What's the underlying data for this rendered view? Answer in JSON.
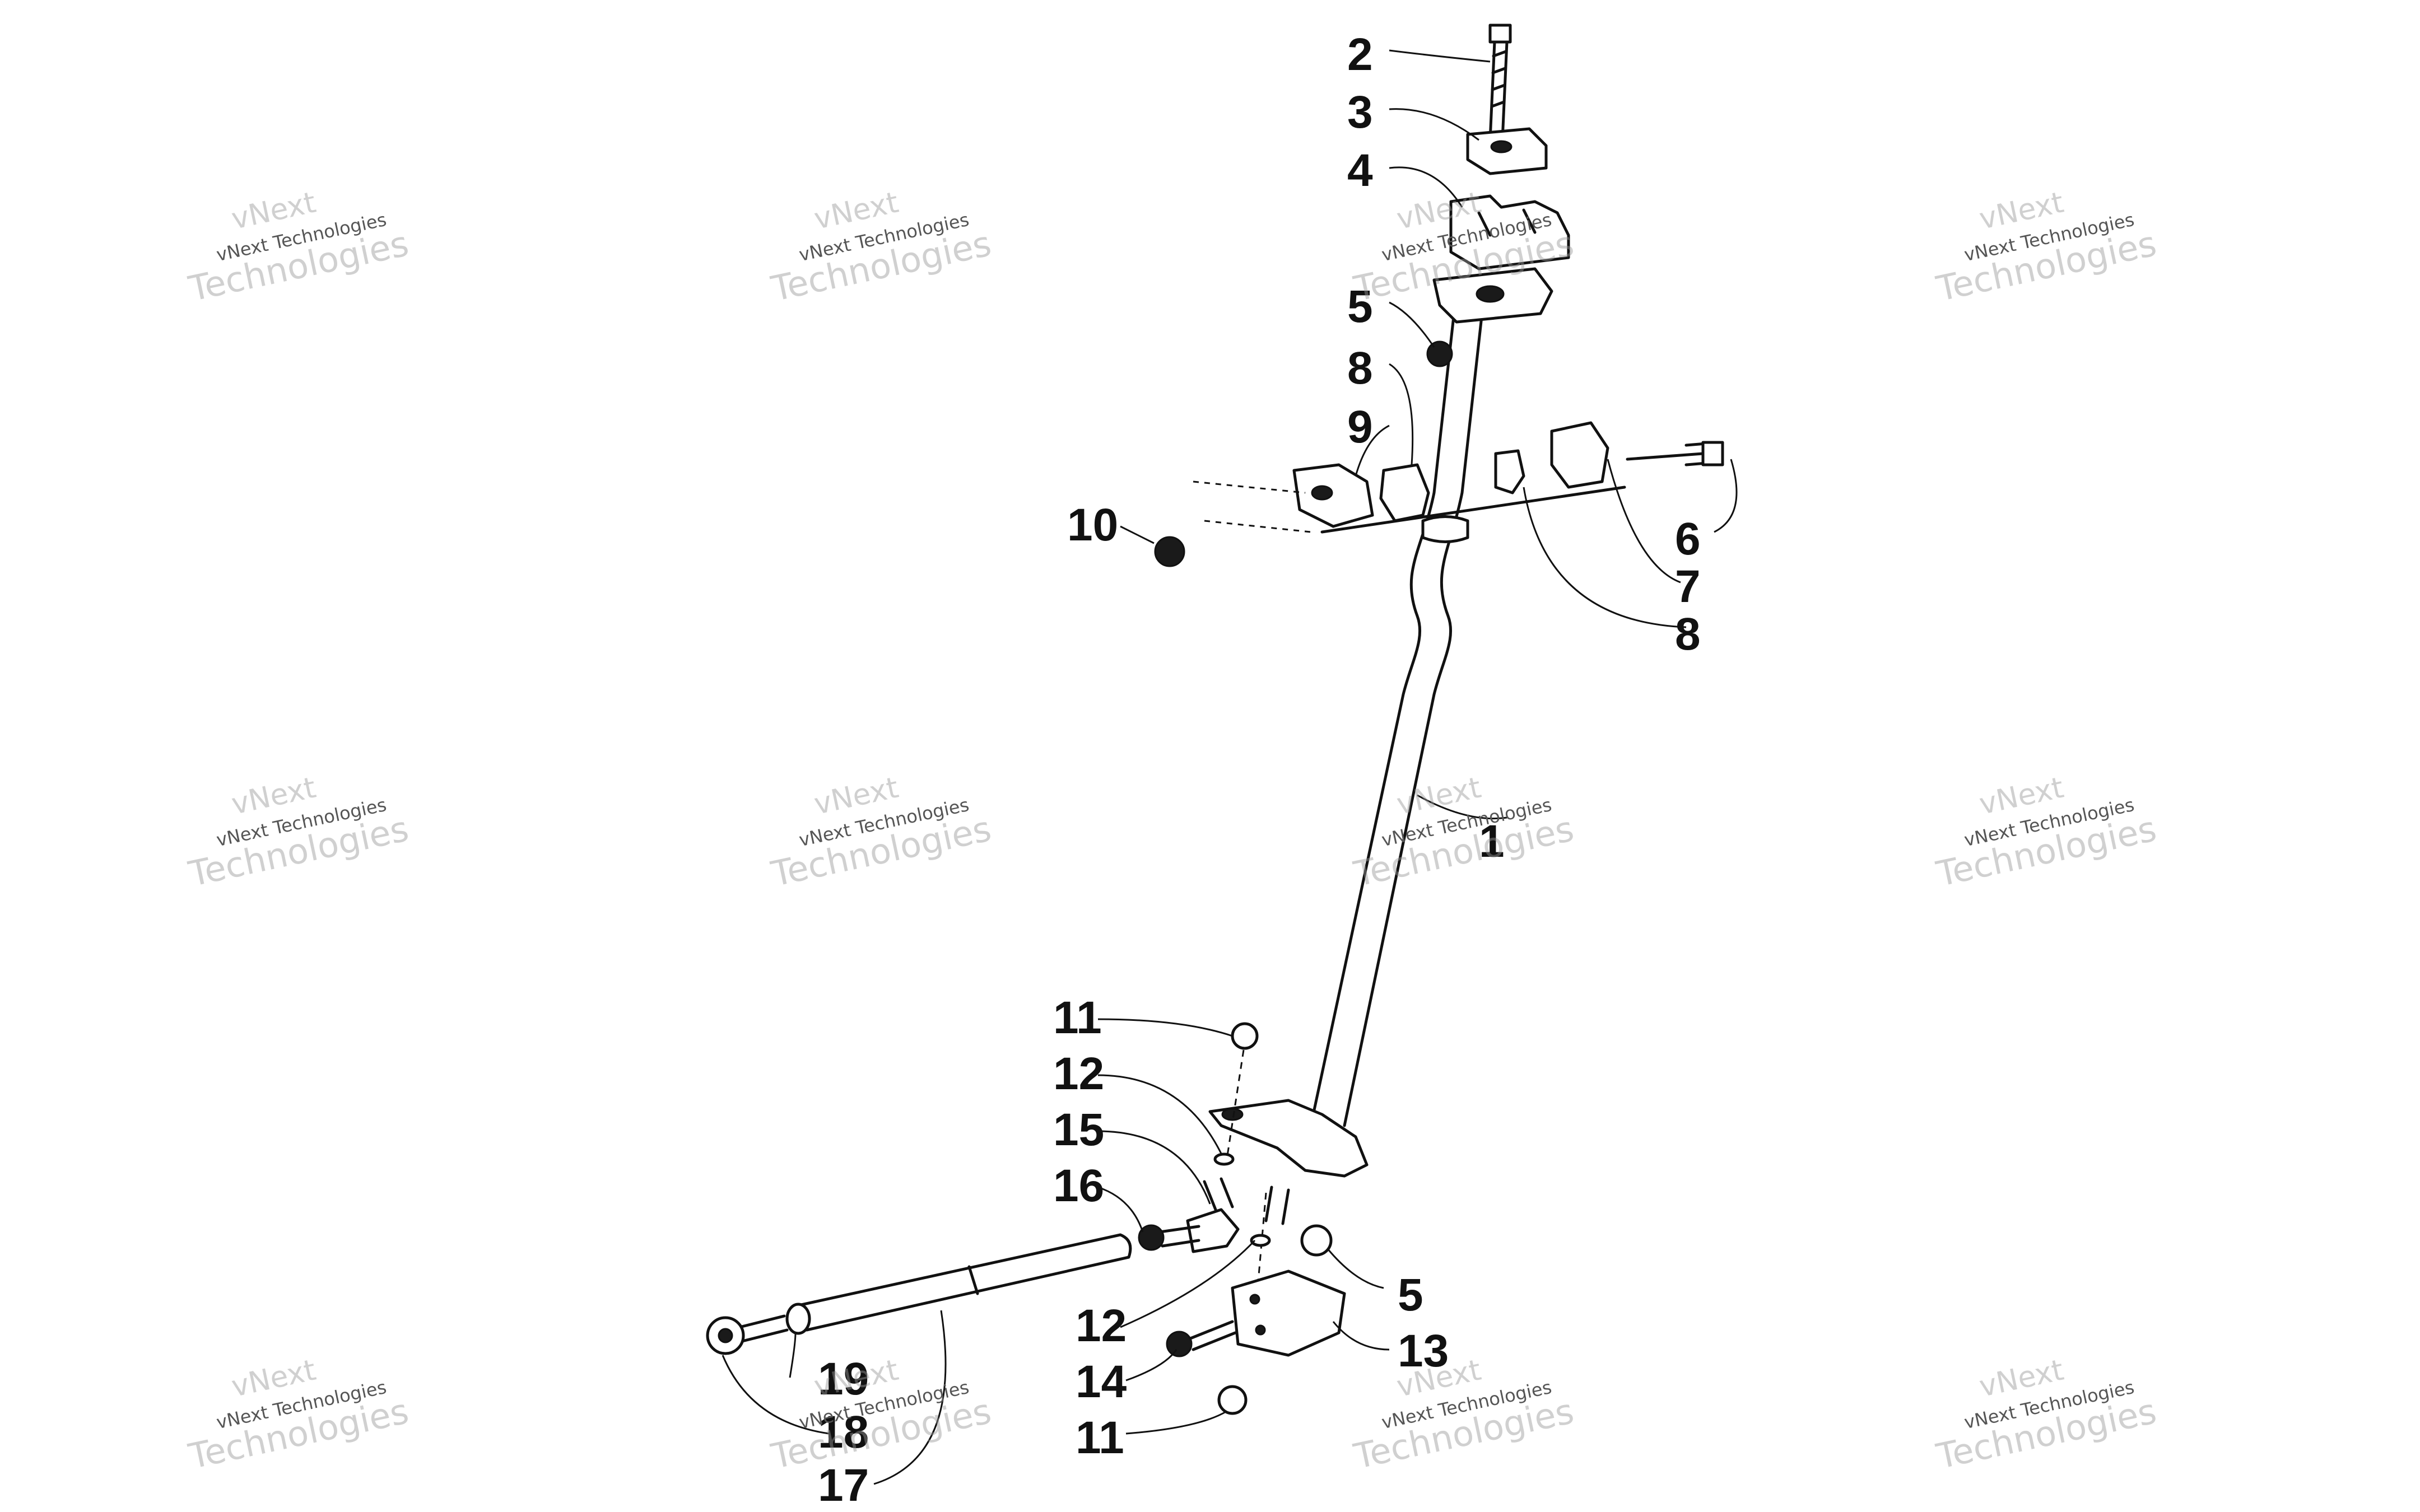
{
  "callouts": [
    "1",
    "2",
    "3",
    "4",
    "5",
    "6",
    "7",
    "8",
    "9",
    "10",
    "11",
    "12",
    "13",
    "14",
    "15",
    "16",
    "17",
    "18",
    "19"
  ],
  "watermark": {
    "line1": "vNext",
    "line2": "vNext Technologies",
    "line3": "Technologies"
  },
  "colors": {
    "ink": "#111111",
    "watermark": "#999999",
    "background": "#ffffff"
  }
}
